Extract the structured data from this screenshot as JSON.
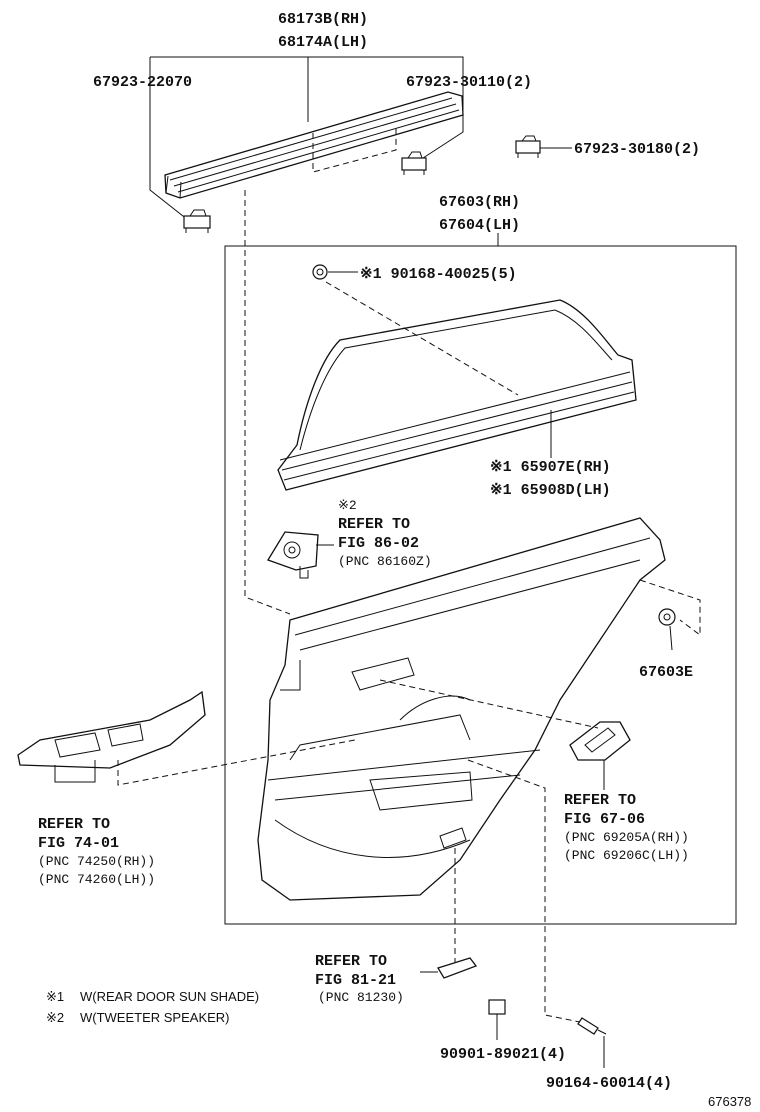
{
  "labels": {
    "p68173b": "68173B(RH)",
    "p68174a": "68174A(LH)",
    "p67923_22070": "67923-22070",
    "p67923_30110": "67923-30110(2)",
    "p67923_30180": "67923-30180(2)",
    "p67603": "67603(RH)",
    "p67604": "67604(LH)",
    "p90168": "※1 90168-40025(5)",
    "p65907e": "※1 65907E(RH)",
    "p65908d": "※1 65908D(LH)",
    "p67603e": "67603E",
    "p90901": "90901-89021(4)",
    "p90164": "90164-60014(4)",
    "fig_id": "676378"
  },
  "refs": {
    "tweeter": {
      "mark": "※2",
      "line1": "REFER TO",
      "line2": "FIG 86-02",
      "pnc": "(PNC 86160Z)"
    },
    "switch": {
      "line1": "REFER TO",
      "line2": "FIG 74-01",
      "pnc1": "(PNC 74250(RH))",
      "pnc2": "(PNC 74260(LH))"
    },
    "handle": {
      "line1": "REFER TO",
      "line2": "FIG 67-06",
      "pnc1": "(PNC 69205A(RH))",
      "pnc2": "(PNC 69206C(LH))"
    },
    "lamp": {
      "line1": "REFER TO",
      "line2": "FIG 81-21",
      "pnc": "(PNC 81230)"
    }
  },
  "notes": [
    {
      "mark": "※1",
      "text": "W(REAR DOOR SUN SHADE)"
    },
    {
      "mark": "※2",
      "text": "W(TWEETER SPEAKER)"
    }
  ]
}
